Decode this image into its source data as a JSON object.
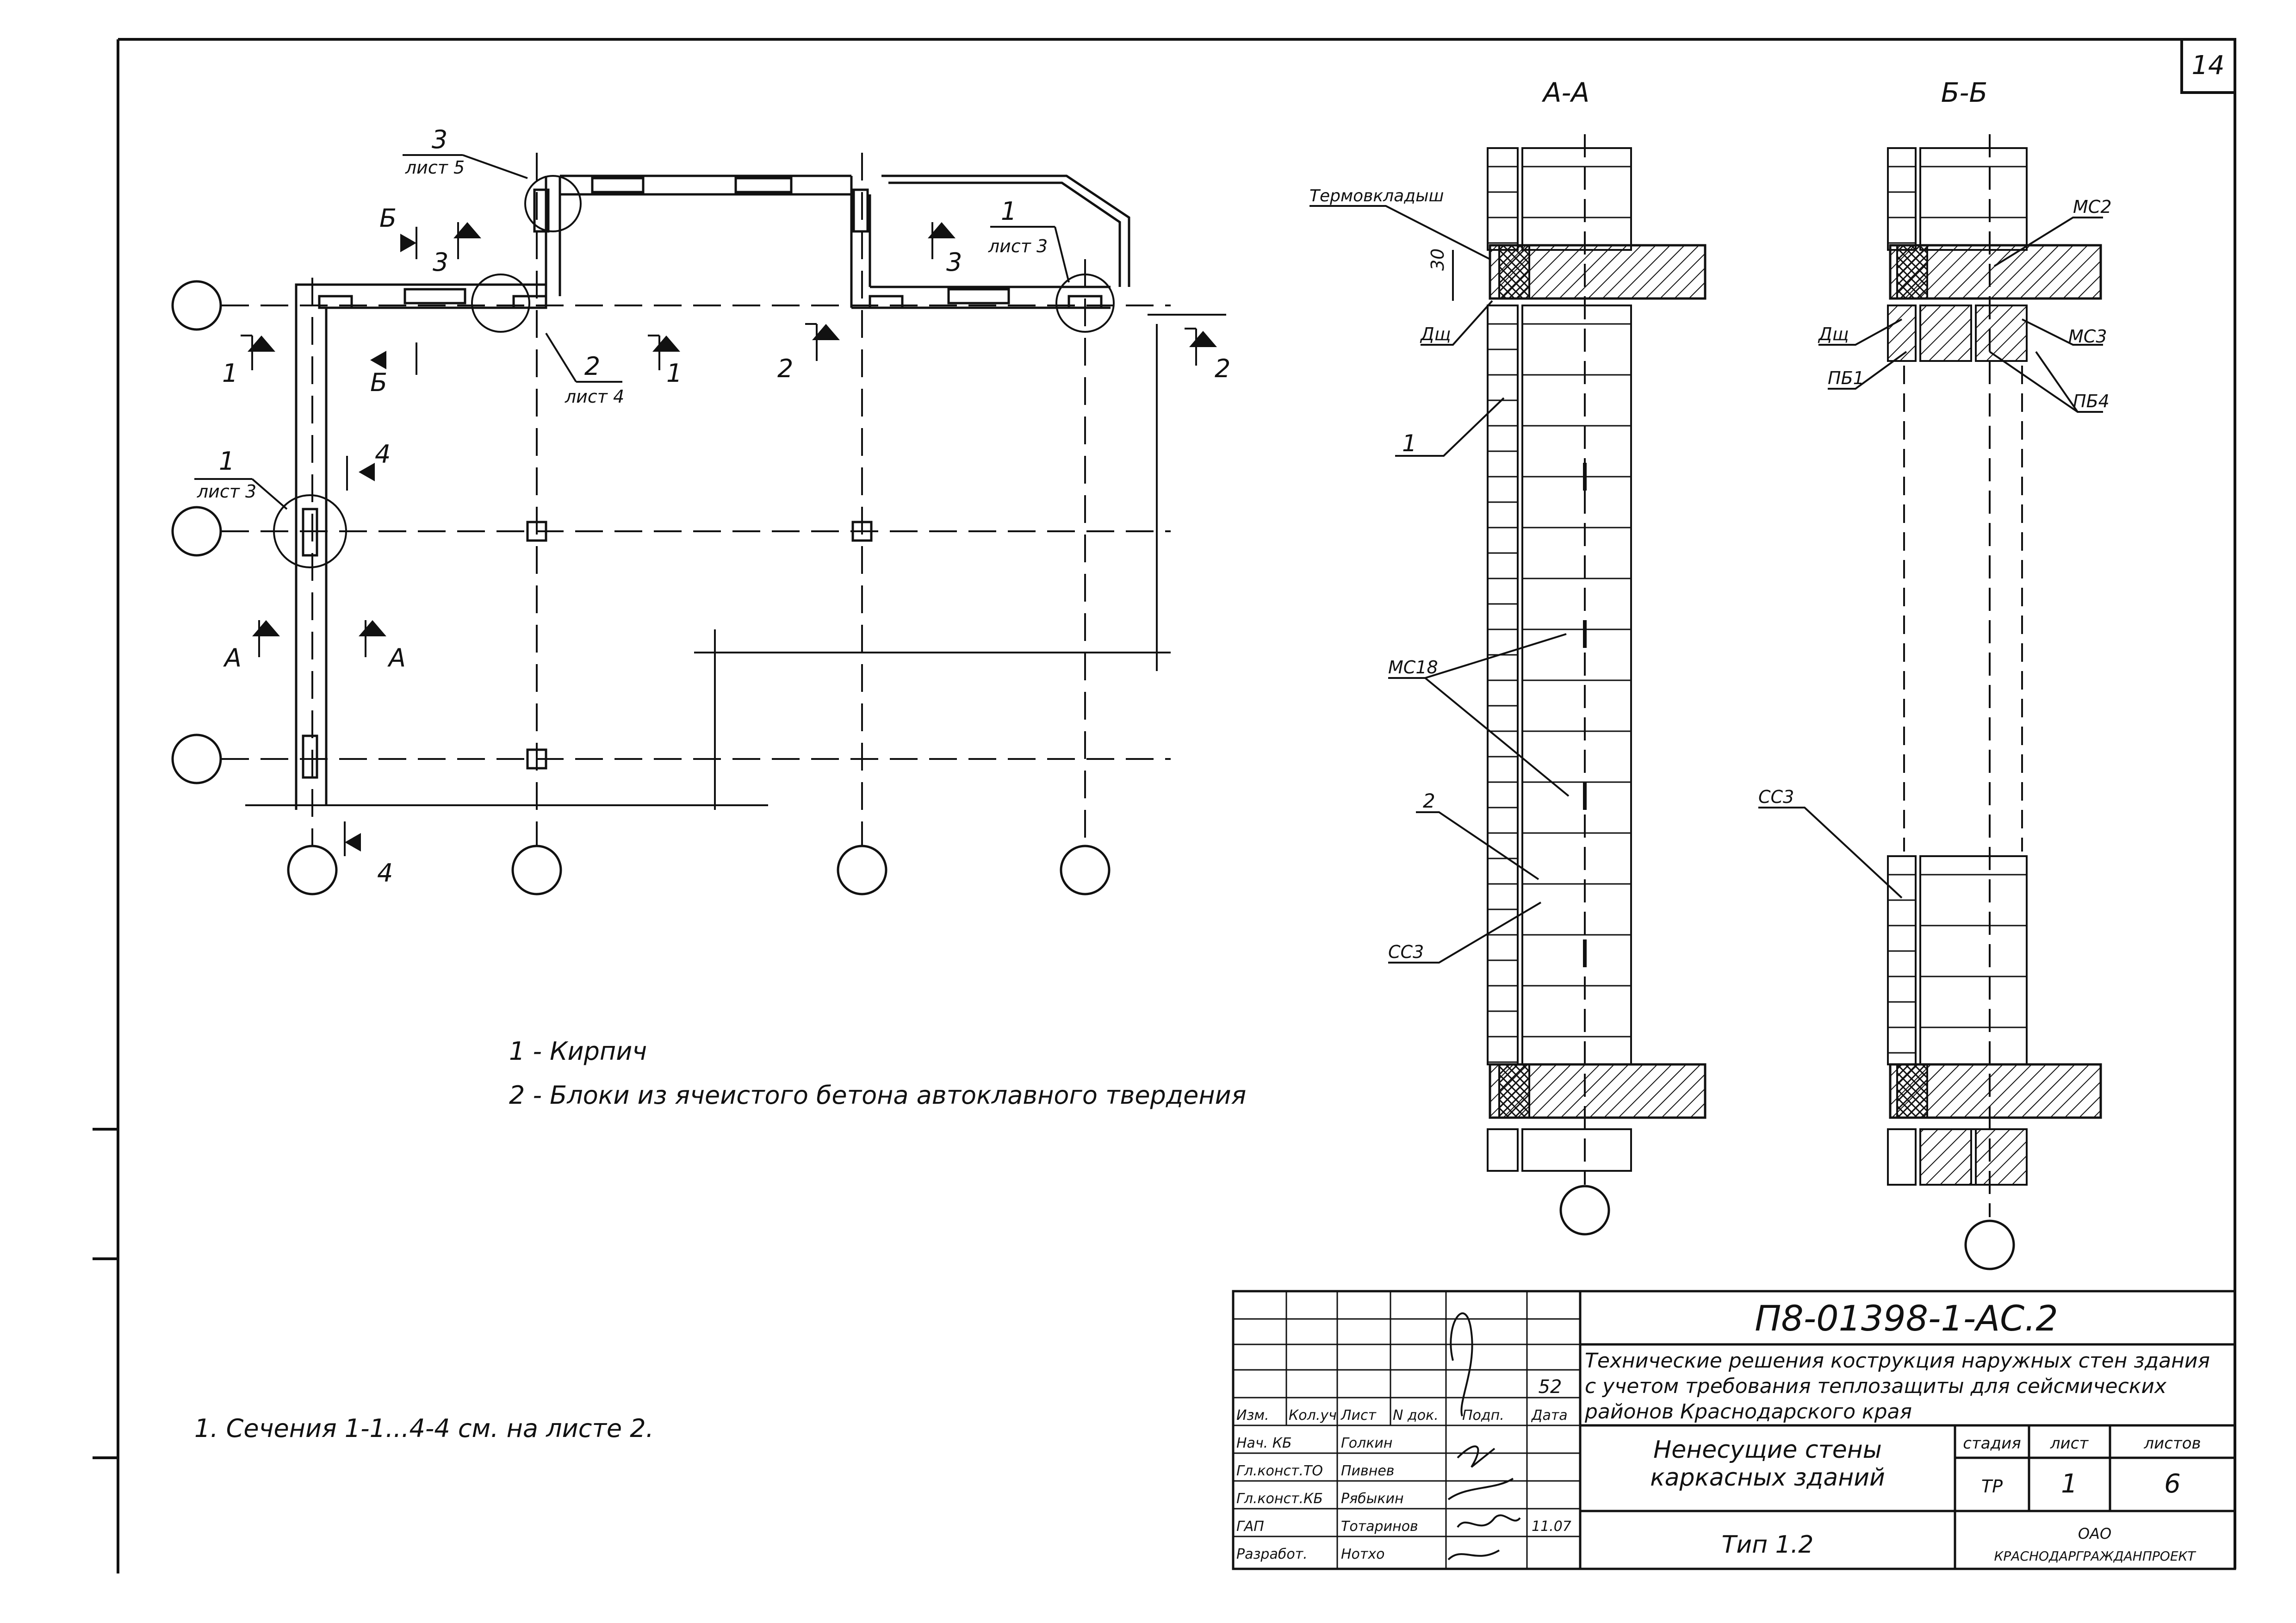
{
  "sheet": {
    "sheet_number": "14",
    "document_code": "П8-01398-1-АС.2",
    "project_title": "Технические решения кострукция наружных стен здания с учетом требования теплозащиты для сейсмических районов Краснодарского края",
    "project_title_lines": [
      "Технические решения кострукция наружных стен здания",
      "с учетом требования теплозащиты для сейсмических",
      "районов Краснодарского края"
    ],
    "drawing_title_lines": [
      "Ненесущие стены",
      "каркасных зданий"
    ],
    "subtitle": "Тип 1.2",
    "stage_header": "стадия",
    "sheet_header": "лист",
    "sheets_header": "листов",
    "stage": "ТР",
    "sheet": "1",
    "sheets": "6",
    "org_lines": [
      "ОАО",
      "КРАСНОДАРГРАЖДАНПРОЕКТ"
    ],
    "revision_headers": [
      "Изм.",
      "Кол.уч",
      "Лист",
      "N док.",
      "Подп.",
      "Дата"
    ],
    "stamp_number": "52",
    "signatories": [
      {
        "role": "Нач. КБ",
        "name": "Голкин",
        "date": ""
      },
      {
        "role": "Гл.конст.ТО",
        "name": "Пивнев",
        "date": ""
      },
      {
        "role": "Гл.конст.КБ",
        "name": "Рябыкин",
        "date": ""
      },
      {
        "role": "ГАП",
        "name": "Тотаринов",
        "date": "11.07"
      },
      {
        "role": "Разработ.",
        "name": "Нотхо",
        "date": ""
      }
    ]
  },
  "plan": {
    "callouts": [
      {
        "num": "3",
        "ref": "лист 5"
      },
      {
        "num": "1",
        "ref": "лист 3"
      },
      {
        "num": "2",
        "ref": "лист 4"
      },
      {
        "num": "1",
        "ref": "лист 3"
      }
    ],
    "section_marks": [
      "Б",
      "Б",
      "3",
      "3",
      "1",
      "1",
      "2",
      "2",
      "4",
      "4",
      "А",
      "А"
    ],
    "legend": [
      "1 - Кирпич",
      "2 - Блоки из ячеистого бетона автоклавного твердения"
    ],
    "note": "1. Сечения 1-1...4-4 см. на листе 2."
  },
  "section_aa": {
    "title": "А-А",
    "labels": [
      "Термовкладыш",
      "30",
      "Дщ",
      "1",
      "МС18",
      "2",
      "СС3"
    ]
  },
  "section_bb": {
    "title": "Б-Б",
    "labels": [
      "МС2",
      "Дщ",
      "МС3",
      "ПБ1",
      "ПБ4",
      "СС3"
    ]
  }
}
